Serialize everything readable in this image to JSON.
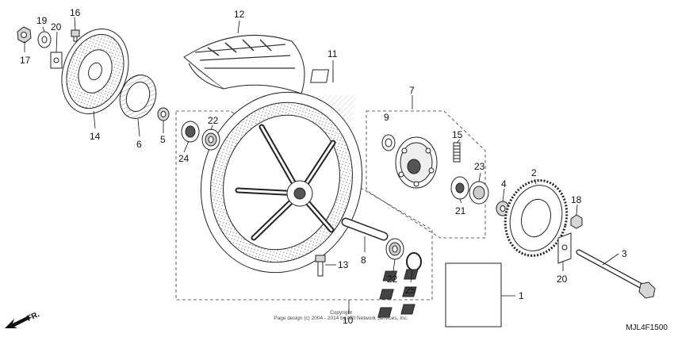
{
  "diagram": {
    "code": "MJL4F1500",
    "direction_label": "FR.",
    "copyright_line1": "Copyright",
    "copyright_line2": "Page design (c) 2004 - 2014 by ARI Network Services, Inc.",
    "callouts": {
      "p1": "1",
      "p2": "2",
      "p3": "3",
      "p4": "4",
      "p5": "5",
      "p6": "6",
      "p7": "7",
      "p8": "8",
      "p9": "9",
      "p10": "10",
      "p11": "11",
      "p12": "12",
      "p13": "13",
      "p14": "14",
      "p15": "15",
      "p16": "16",
      "p17": "17",
      "p18": "18",
      "p19": "19",
      "p20a": "20",
      "p20b": "20",
      "p21": "21",
      "p22a": "22",
      "p22b": "22",
      "p23": "23",
      "p24": "24",
      "p25": "25"
    }
  }
}
